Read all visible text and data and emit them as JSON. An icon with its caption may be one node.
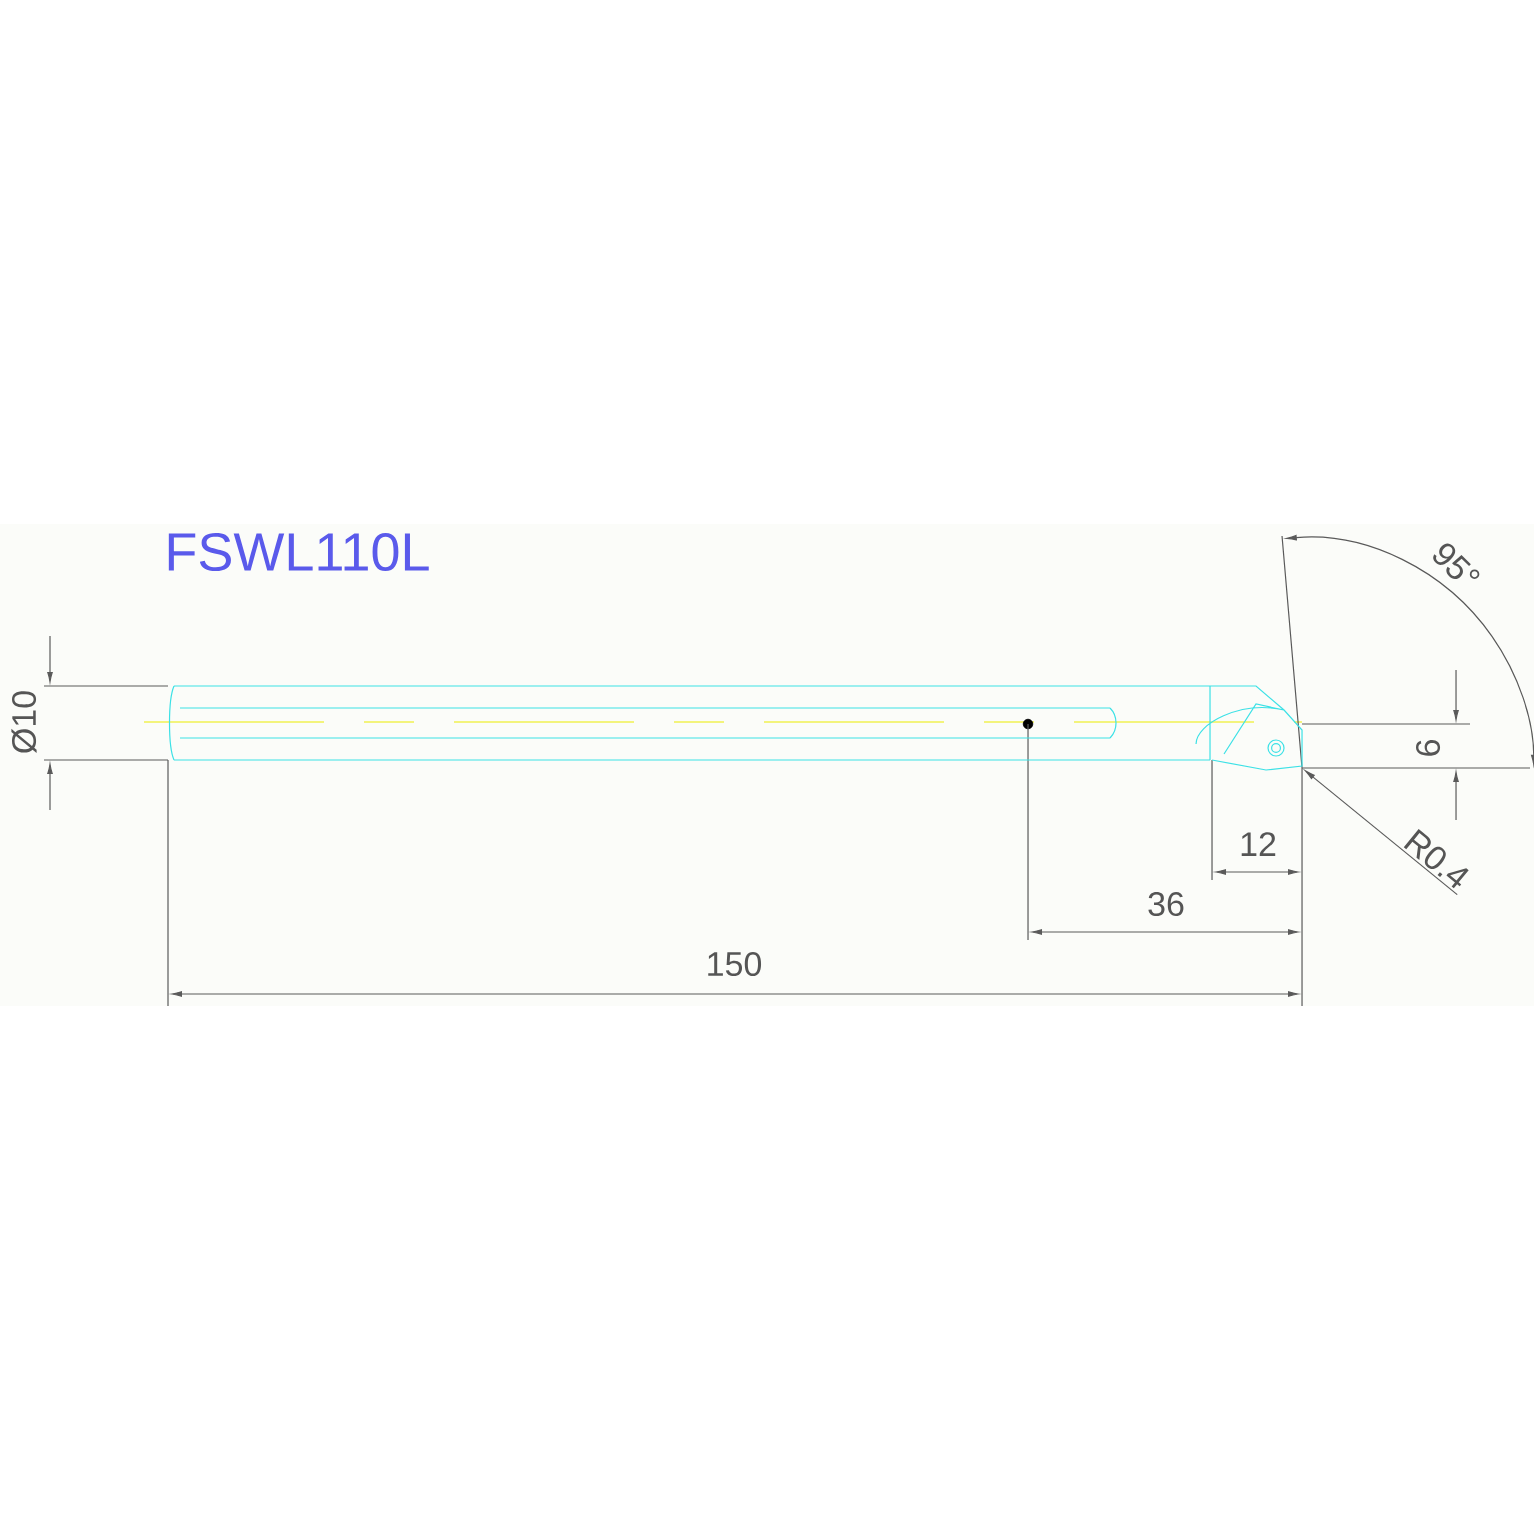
{
  "diagram": {
    "title": "FSWL110L",
    "nodes": [
      {
        "text": [],
        "shape": "picture"
      },
      {
        "text": [
          "R0.4"
        ]
      }
    ],
    "edges": [
      {
        "from": 1,
        "to": 0,
        "arrow": "to"
      }
    ],
    "labels": [
      "Ø10",
      "150",
      "36",
      "12",
      "6",
      "95°"
    ]
  }
}
